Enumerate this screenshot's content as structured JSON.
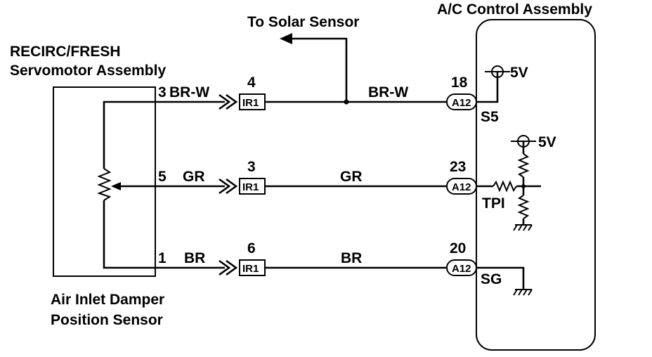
{
  "labels": {
    "to_solar": "To Solar Sensor",
    "ac_title": "A/C Control Assembly",
    "servo_line1": "RECIRC/FRESH",
    "servo_line2": "Servomotor Assembly",
    "sensor_line1": "Air Inlet Damper",
    "sensor_line2": "Position Sensor",
    "tpi": "TPI",
    "v5_top": "5V",
    "v5_mid": "5V"
  },
  "wires": [
    {
      "pin_servo": "3",
      "color_left": "BR-W",
      "connector_pin": "4",
      "connector": "IR1",
      "color_mid": "BR-W",
      "ac_pin": "18",
      "ac_connector": "A12",
      "ac_terminal": "S5"
    },
    {
      "pin_servo": "5",
      "color_left": "GR",
      "connector_pin": "3",
      "connector": "IR1",
      "color_mid": "GR",
      "ac_pin": "23",
      "ac_connector": "A12",
      "ac_terminal": "TPI"
    },
    {
      "pin_servo": "1",
      "color_left": "BR",
      "connector_pin": "6",
      "connector": "IR1",
      "color_mid": "BR",
      "ac_pin": "20",
      "ac_connector": "A12",
      "ac_terminal": "SG"
    }
  ]
}
